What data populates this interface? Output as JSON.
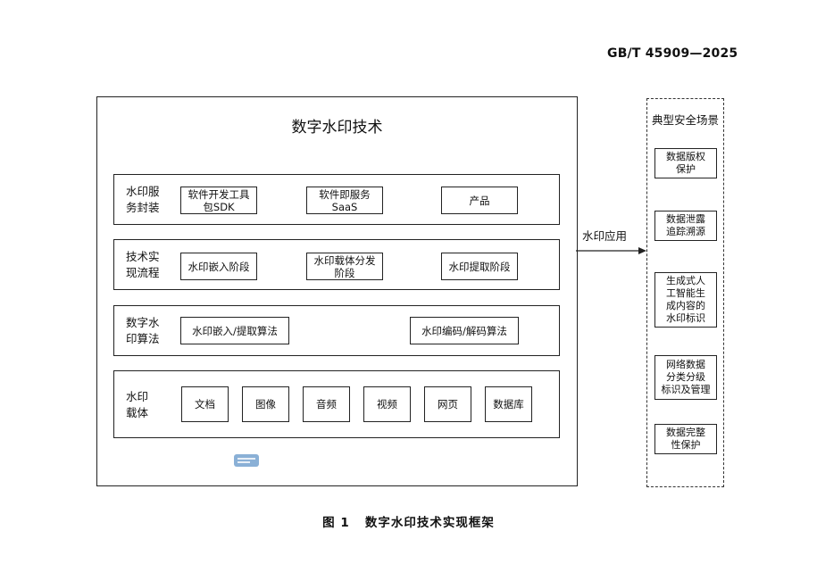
{
  "standard_number": "GB/T 45909—2025",
  "main": {
    "title": "数字水印技术",
    "layers": [
      {
        "label_lines": [
          "水印服",
          "务封装"
        ],
        "items": [
          {
            "lines": [
              "软件开发工具",
              "包SDK"
            ]
          },
          {
            "lines": [
              "软件即服务",
              "SaaS"
            ]
          },
          {
            "lines": [
              "产品"
            ]
          }
        ]
      },
      {
        "label_lines": [
          "技术实",
          "现流程"
        ],
        "items": [
          {
            "lines": [
              "水印嵌入阶段"
            ]
          },
          {
            "lines": [
              "水印载体分发",
              "阶段"
            ]
          },
          {
            "lines": [
              "水印提取阶段"
            ]
          }
        ]
      },
      {
        "label_lines": [
          "数字水",
          "印算法"
        ],
        "items": [
          {
            "lines": [
              "水印嵌入/提取算法"
            ]
          },
          {
            "lines": [
              "水印编码/解码算法"
            ]
          }
        ]
      },
      {
        "label_lines": [
          "水印",
          "载体"
        ],
        "items": [
          {
            "lines": [
              "文档"
            ]
          },
          {
            "lines": [
              "图像"
            ]
          },
          {
            "lines": [
              "音频"
            ]
          },
          {
            "lines": [
              "视频"
            ]
          },
          {
            "lines": [
              "网页"
            ]
          },
          {
            "lines": [
              "数据库"
            ]
          }
        ]
      }
    ]
  },
  "arrow_label": "水印应用",
  "scenarios": {
    "title": "典型安全场景",
    "items": [
      {
        "lines": [
          "数据版权",
          "保护"
        ]
      },
      {
        "lines": [
          "数据泄露",
          "追踪溯源"
        ]
      },
      {
        "lines": [
          "生成式人",
          "工智能生",
          "成内容的",
          "水印标识"
        ]
      },
      {
        "lines": [
          "网络数据",
          "分类分级",
          "标识及管理"
        ]
      },
      {
        "lines": [
          "数据完整",
          "性保护"
        ]
      }
    ]
  },
  "caption": "图 1   数字水印技术实现框架",
  "colors": {
    "line": "#222222",
    "text": "#111111",
    "watermark": "#2a6fb5"
  }
}
